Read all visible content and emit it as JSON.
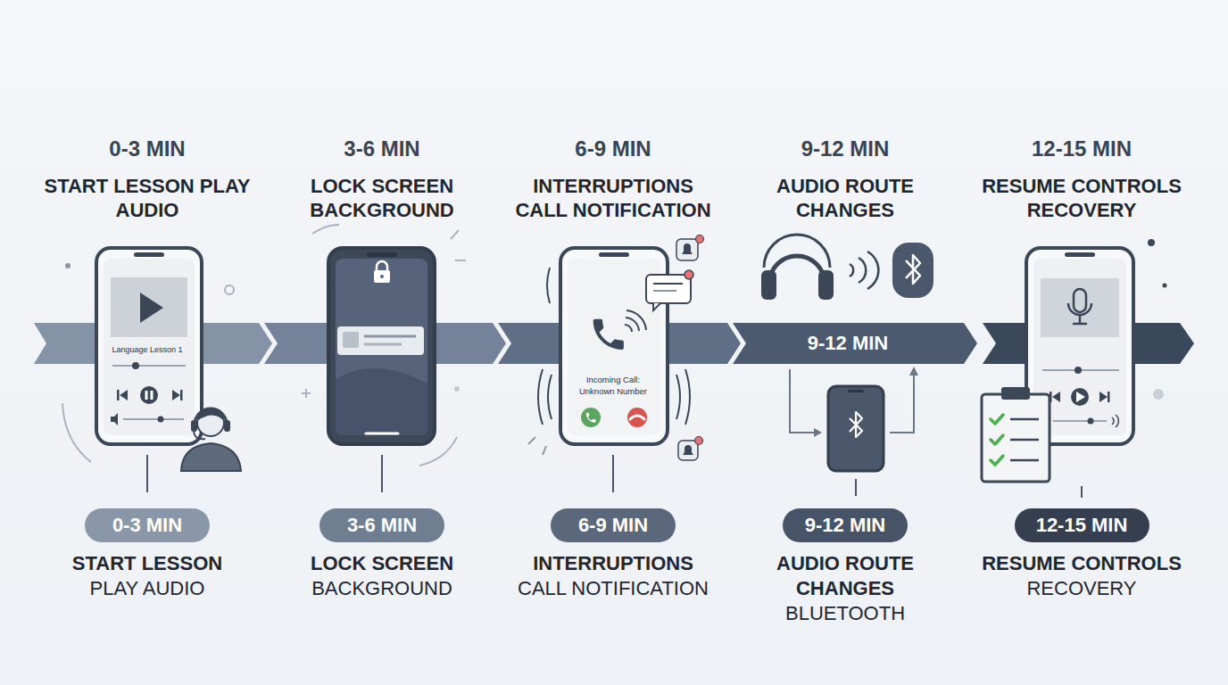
{
  "diagram": {
    "nodes": [
      {
        "text": [
          "Language Lesson 1"
        ]
      },
      {
        "text": [
          "Incoming Call: Unknown Number"
        ]
      },
      {
        "text": [
          "9-12 MIN"
        ]
      },
      {
        "text": [
          "0-3 MIN"
        ]
      },
      {
        "text": [
          "3-6 MIN"
        ]
      },
      {
        "text": [
          "6-9 MIN"
        ]
      },
      {
        "text": [
          "9-12 MIN"
        ]
      },
      {
        "text": [
          "12-15 MIN"
        ]
      }
    ],
    "labels": [
      "0-3 MIN",
      "START LESSON PLAY AUDIO",
      "3-6 MIN",
      "LOCK SCREEN BACKGROUND",
      "6-9 MIN",
      "INTERRUPTIONS CALL NOTIFICATION",
      "9-12 MIN",
      "AUDIO ROUTE CHANGES",
      "12-15 MIN",
      "RESUME CONTROLS RECOVERY",
      "START LESSON",
      "PLAY AUDIO",
      "LOCK SCREEN",
      "BACKGROUND",
      "INTERRUPTIONS",
      "CALL NOTIFICATION",
      "AUDIO ROUTE CHANGES",
      "BLUETOOTH",
      "RESUME CONTROLS",
      "RECOVERY"
    ]
  }
}
